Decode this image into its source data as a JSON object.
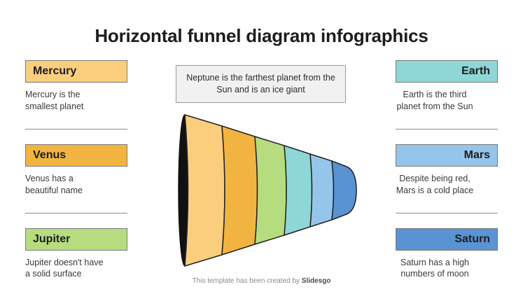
{
  "title": "Horizontal funnel diagram infographics",
  "callout": {
    "text": "Neptune is the farthest planet from the Sun and is an ice giant"
  },
  "left_column": [
    {
      "label": "Mercury",
      "desc": "Mercury is the\nsmallest planet",
      "color": "#FBCE7E"
    },
    {
      "label": "Venus",
      "desc": "Venus has a\nbeautiful name",
      "color": "#F2B441"
    },
    {
      "label": "Jupiter",
      "desc": "Jupiter doesn't have\na solid surface",
      "color": "#B5DC7E"
    }
  ],
  "right_column": [
    {
      "label": "Earth",
      "desc": "Earth is the third\nplanet from the Sun",
      "color": "#8FD6D6"
    },
    {
      "label": "Mars",
      "desc": "Despite being red,\nMars is a cold place",
      "color": "#95C5EB"
    },
    {
      "label": "Saturn",
      "desc": "Saturn has a high\nnumbers of moon",
      "color": "#5A93D4"
    }
  ],
  "funnel": {
    "orientation": "horizontal",
    "direction": "right",
    "mouth_color": "#111111",
    "outline_color": "#222222",
    "segments": [
      {
        "name": "Mercury",
        "color": "#FBCE7E"
      },
      {
        "name": "Venus",
        "color": "#F2B441"
      },
      {
        "name": "Jupiter",
        "color": "#B5DC7E"
      },
      {
        "name": "Earth",
        "color": "#8FD6D6"
      },
      {
        "name": "Mars",
        "color": "#95C5EB"
      },
      {
        "name": "Saturn",
        "color": "#5A93D4"
      }
    ]
  },
  "footer": {
    "prefix": "This template has been created by ",
    "brand": "Slidesgo"
  }
}
